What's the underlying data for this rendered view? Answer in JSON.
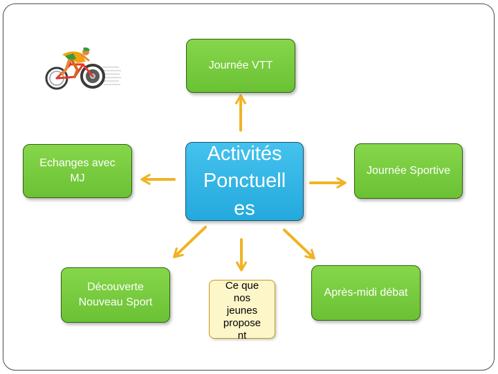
{
  "diagram": {
    "center": {
      "label": "Activités Ponctuell es",
      "lines": [
        "Activités",
        "Ponctuell",
        "es"
      ]
    },
    "nodes": {
      "vtt": {
        "label": "Journée VTT"
      },
      "echanges": {
        "label": "Echanges avec MJ",
        "lines": [
          "Echanges avec",
          "MJ"
        ]
      },
      "sportive": {
        "label": "Journée Sportive"
      },
      "decouverte": {
        "label": "Découverte Nouveau Sport",
        "lines": [
          "Découverte",
          "Nouveau Sport"
        ]
      },
      "jeunes": {
        "label": "Ce que nos jeunes propose nt",
        "lines": [
          "Ce que",
          "nos",
          "jeunes",
          "propose",
          "nt"
        ]
      },
      "debat": {
        "label": "Après-midi débat"
      }
    },
    "edges": [
      {
        "from": "center",
        "to": "vtt"
      },
      {
        "from": "center",
        "to": "echanges"
      },
      {
        "from": "center",
        "to": "sportive"
      },
      {
        "from": "center",
        "to": "decouverte"
      },
      {
        "from": "center",
        "to": "jeunes"
      },
      {
        "from": "center",
        "to": "debat"
      }
    ],
    "colors": {
      "node_green": "#72c83c",
      "center_blue": "#2fb3e3",
      "proposal_yellow": "#fdf6c8",
      "arrow_orange": "#f0b323"
    },
    "decoration": {
      "icon": "cyclist-icon"
    }
  }
}
